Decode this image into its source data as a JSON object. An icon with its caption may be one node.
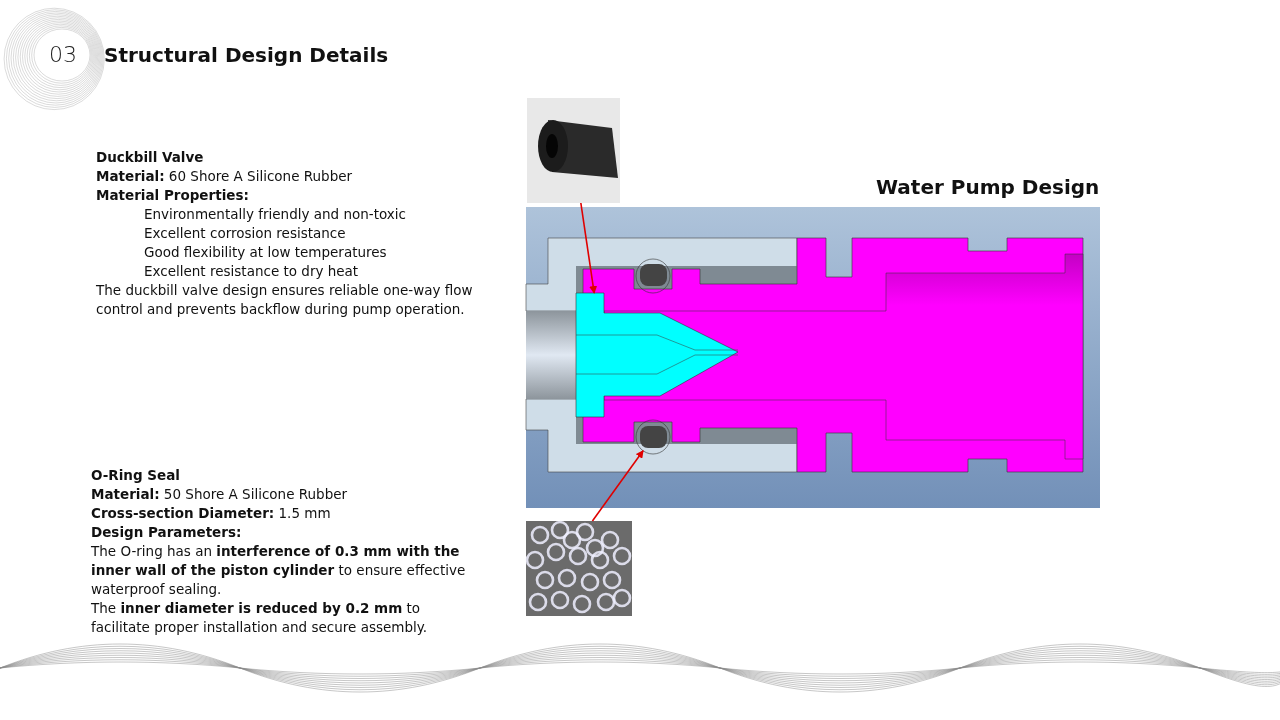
{
  "diagram": {
    "title": "Structural Design Details",
    "nodes": [
      {
        "text": [
          "03"
        ]
      },
      {
        "text": [],
        "shape": "picture"
      },
      {
        "text": [],
        "shape": "box"
      },
      {
        "text": [],
        "shape": "circle"
      },
      {
        "text": [],
        "shape": "picture"
      }
    ],
    "edges": [
      {
        "from": 1,
        "to": 2,
        "arrow": "to"
      },
      {
        "from": 4,
        "to": 3,
        "arrow": "to"
      }
    ],
    "labels": [
      "Duckbill Valve",
      "**Material:** 60 Shore A Silicone Rubber",
      "Material Properties:",
      "Environmentally friendly and non-toxic",
      "Excellent corrosion resistance",
      "Good flexibility at low temperatures",
      "Excellent resistance to dry heat",
      "The duckbill valve design ensures reliable one-way flow control and prevents backflow during pump operation.",
      "Water Pump Design",
      "O-Ring Seal",
      "**Material:** 50 Shore A Silicone Rubber",
      "**Cross-section Diameter:** 1.5 mm",
      "Design Parameters:",
      "The O-ring has an **interference of 0.3 mm with the inner wall of the piston cylinder** to ensure effective waterproof sealing.",
      "The **inner diameter is reduced by 0.2 mm** to facilitate proper installation and secure assembly."
    ]
  }
}
